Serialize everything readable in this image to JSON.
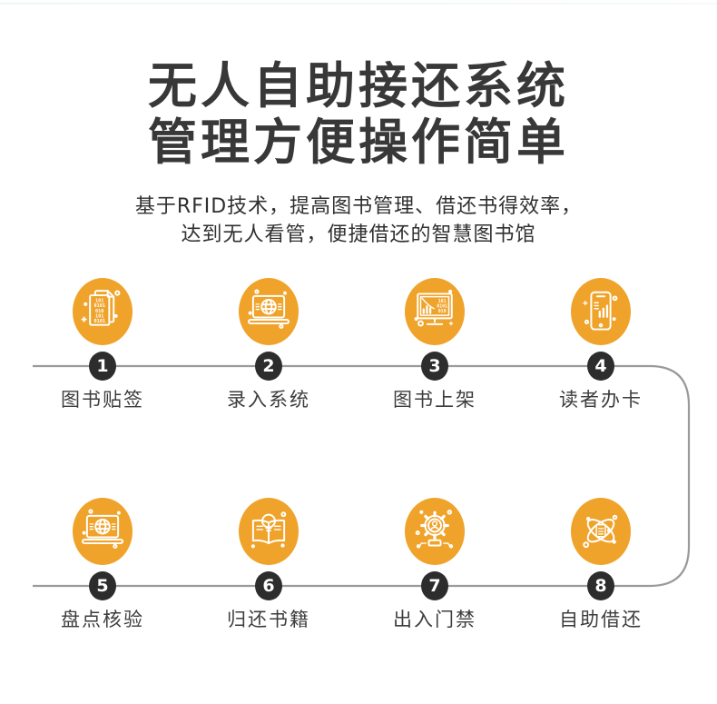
{
  "page": {
    "background": "#ffffff"
  },
  "colors": {
    "accent_orange": "#F0A32B",
    "badge_dark": "#2D2D2D",
    "connector_gray": "#9A9A9A",
    "title_text": "#383838",
    "subtitle_text": "#303030",
    "label_text": "#3D3D3D",
    "icon_stroke": "#FFFFFF"
  },
  "header": {
    "title_line1": "无人自助接还系统",
    "title_line2": "管理方便操作简单",
    "subtitle_line1": "基于RFID技术，提高图书管理、借还书得效率，",
    "subtitle_line2": "达到无人看管，便捷借还的智慧图书馆"
  },
  "flow": {
    "steps": [
      {
        "number": "1",
        "label": "图书贴签",
        "icon": "binary-documents-icon"
      },
      {
        "number": "2",
        "label": "录入系统",
        "icon": "laptop-globe-icon"
      },
      {
        "number": "3",
        "label": "图书上架",
        "icon": "monitor-data-icon"
      },
      {
        "number": "4",
        "label": "读者办卡",
        "icon": "smartphone-chart-icon"
      },
      {
        "number": "5",
        "label": "盘点核验",
        "icon": "laptop-globe-icon"
      },
      {
        "number": "6",
        "label": "归还书籍",
        "icon": "book-bulb-icon"
      },
      {
        "number": "7",
        "label": "出入门禁",
        "icon": "gear-person-icon"
      },
      {
        "number": "8",
        "label": "自助借还",
        "icon": "atom-document-icon"
      }
    ],
    "documents_binary_text": [
      "101",
      "0101",
      "010",
      "101",
      "0101"
    ],
    "monitor_binary_text": [
      "101",
      "0101",
      "010"
    ]
  }
}
